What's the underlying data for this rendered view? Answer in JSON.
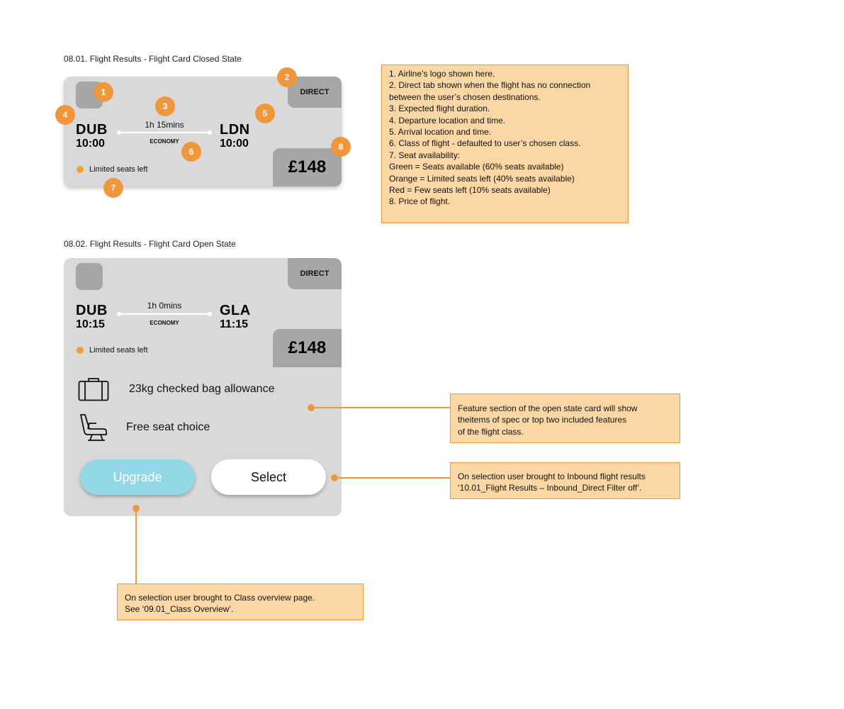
{
  "closed_section": {
    "title": "08.01. Flight Results - Flight Card Closed State",
    "card": {
      "tab": "DIRECT",
      "origin_code": "DUB",
      "origin_time": "10:00",
      "destination_code": "LDN",
      "destination_time": "10:00",
      "duration": "1h 15mins",
      "cabin": "ECONOMY",
      "seat_status": "Limited seats left",
      "price": "£148"
    },
    "badges": [
      "1",
      "2",
      "3",
      "4",
      "5",
      "6",
      "7",
      "8"
    ]
  },
  "legend_note": {
    "lines": [
      "1. Airline’s logo shown here.",
      "2. Direct tab shown when the flight has no connection",
      "between the user’s chosen destinations.",
      "3. Expected flight duration.",
      "4. Departure location and time.",
      "5. Arrival location and time.",
      "6. Class of flight - defaulted to user’s chosen class.",
      "7. Seat availability:",
      "Green = Seats available (60% seats available)",
      "Orange = Limited seats left (40% seats available)",
      "Red = Few seats left (10% seats available)",
      "8. Price of flight."
    ]
  },
  "open_section": {
    "title": "08.02. Flight Results - Flight Card Open State",
    "card": {
      "tab": "DIRECT",
      "origin_code": "DUB",
      "origin_time": "10:15",
      "destination_code": "GLA",
      "destination_time": "11:15",
      "duration": "1h 0mins",
      "cabin": "ECONOMY",
      "seat_status": "Limited seats left",
      "price": "£148",
      "features": [
        {
          "icon": "suitcase-icon",
          "label": "23kg checked bag allowance"
        },
        {
          "icon": "seat-icon",
          "label": "Free seat choice"
        }
      ],
      "upgrade_label": "Upgrade",
      "select_label": "Select"
    }
  },
  "notes": {
    "features": [
      "Feature section of the open state card will show",
      "theitems of spec or top two included features",
      "of the flight class."
    ],
    "select": [
      "On selection user brought to Inbound flight results",
      "‘10.01_Flight Results – Inbound_Direct Filter off’."
    ],
    "upgrade": [
      "On selection user brought to Class overview page.",
      "See ‘09.01_Class Overview’."
    ]
  },
  "colors": {
    "card_bg": "#d9d9d9",
    "tab_bg": "#a6a6a6",
    "badge": "#f0963c",
    "note_bg": "#fbd7a5",
    "seat_limited": "#f0a030",
    "upgrade_btn": "#92d8e6"
  }
}
